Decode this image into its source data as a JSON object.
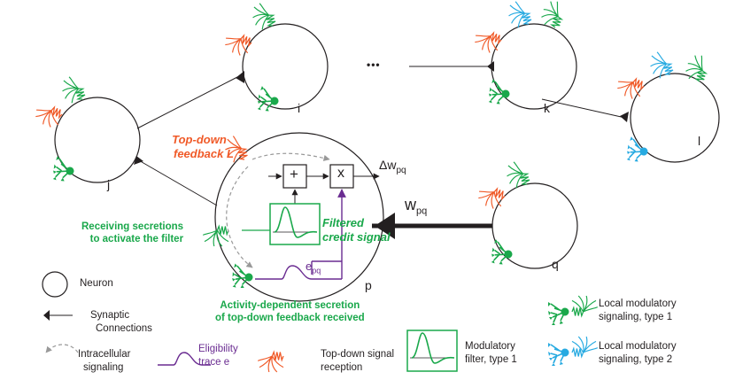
{
  "neurons": {
    "i": "i",
    "j": "j",
    "k": "k",
    "l": "l",
    "p": "p",
    "q": "q",
    "ellipsis": "•••"
  },
  "labels": {
    "topdown_line1": "Top-down",
    "topdown_line2": "feedback L",
    "plus": "+",
    "times": "x",
    "delta_w_main": "Δw",
    "delta_w_sub": "pq",
    "w_main": "w",
    "w_sub": "pq",
    "receiving_line1": "Receiving secretions",
    "receiving_line2": "to activate the filter",
    "filtered_line1": "Filtered",
    "filtered_line2": "credit signal",
    "epq_main": "e",
    "epq_sub": "pq",
    "activity_line1": "Activity-dependent secretion",
    "activity_line2": "of top-down feedback received"
  },
  "legend": {
    "neuron": "Neuron",
    "synaptic_line1": "Synaptic",
    "synaptic_line2": "Connections",
    "intracellular_line1": "Intracellular",
    "intracellular_line2": "signaling",
    "eligibility_line1": "Eligibility",
    "eligibility_line2": "trace e",
    "topdown_rec_line1": "Top-down signal",
    "topdown_rec_line2": "reception",
    "filter_line1": "Modulatory",
    "filter_line2": "filter, type 1",
    "local1_line1": "Local modulatory",
    "local1_line2": "signaling, type 1",
    "local2_line1": "Local modulatory",
    "local2_line2": "signaling, type 2"
  },
  "colors": {
    "green": "#1aa84b",
    "orange": "#f05a28",
    "blue": "#27aae1",
    "purple": "#6a2c91",
    "black": "#231f20"
  }
}
